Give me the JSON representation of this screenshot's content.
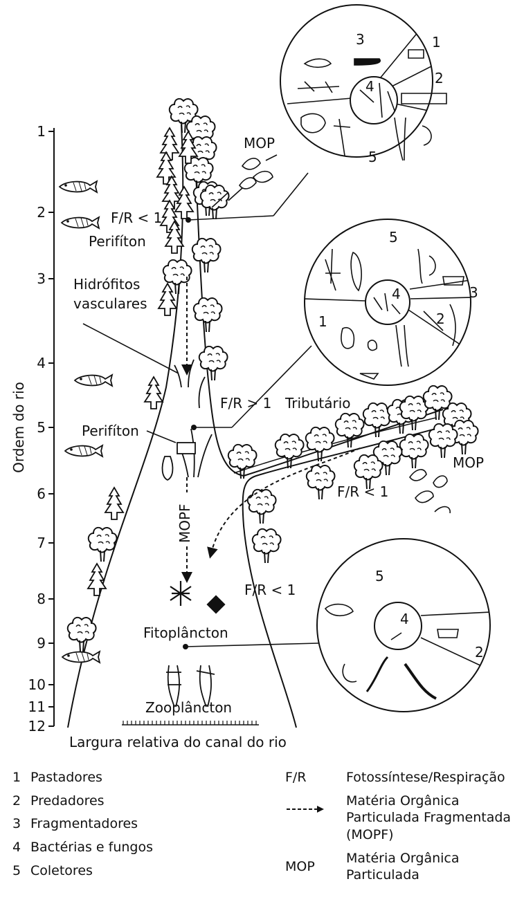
{
  "y_axis": {
    "label": "Ordem do rio",
    "ticks": [
      "1",
      "2",
      "3",
      "4",
      "5",
      "6",
      "7",
      "8",
      "9",
      "10",
      "11",
      "12"
    ]
  },
  "x_axis": {
    "label": "Largura relativa do canal do rio"
  },
  "labels": {
    "mop_top": "MOP",
    "fr_lt1_top": "F/R < 1",
    "perifiton_top": "Perifíton",
    "hidrofitos_1": "Hidrófitos",
    "hidrofitos_2": "vasculares",
    "fr_gt1": "F/R > 1",
    "tributario": "Tributário",
    "perifiton_mid": "Perifíton",
    "mop_right": "MOP",
    "fr_lt1_trib": "F/R < 1",
    "mopf_arrow": "MOPF",
    "fr_lt1_low": "F/R < 1",
    "fitoplancton": "Fitoplâncton",
    "zooplancton": "Zooplâncton"
  },
  "circle_top": {
    "s3": "3",
    "s1": "1",
    "s2": "2",
    "s4": "4",
    "s5": "5"
  },
  "circle_mid": {
    "s5": "5",
    "s4": "4",
    "s3": "3",
    "s2": "2",
    "s1": "1"
  },
  "circle_bottom": {
    "s5": "5",
    "s4": "4",
    "s2": "2"
  },
  "legend_left": [
    {
      "num": "1",
      "text": "Pastadores"
    },
    {
      "num": "2",
      "text": "Predadores"
    },
    {
      "num": "3",
      "text": "Fragmentadores"
    },
    {
      "num": "4",
      "text": "Bactérias e fungos"
    },
    {
      "num": "5",
      "text": "Coletores"
    }
  ],
  "legend_right": {
    "fr_key": "F/R",
    "fr_text": "Fotossíntese/Respiração",
    "mopf_text_1": "Matéria Orgânica",
    "mopf_text_2": "Particulada Fragmentada",
    "mopf_text_3": "(MOPF)",
    "mop_key": "MOP",
    "mop_text_1": "Matéria Orgânica",
    "mop_text_2": "Particulada"
  }
}
